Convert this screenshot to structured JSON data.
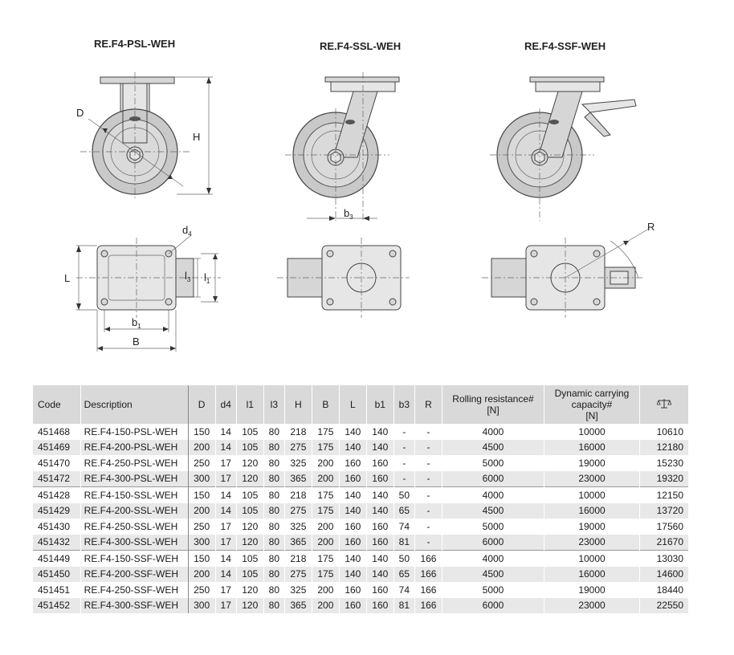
{
  "titles": {
    "psl": "RE.F4-PSL-WEH",
    "ssl": "RE.F4-SSL-WEH",
    "ssf": "RE.F4-SSF-WEH"
  },
  "dimension_labels": {
    "D": "D",
    "H": "H",
    "b3_main": "b",
    "b3_sub": "3",
    "R": "R",
    "d4_main": "d",
    "d4_sub": "4",
    "L": "L",
    "l3_main": "l",
    "l3_sub": "3",
    "l1_main": "l",
    "l1_sub": "1",
    "b1_main": "b",
    "b1_sub": "1",
    "B": "B"
  },
  "table": {
    "headers": {
      "code": "Code",
      "description": "Description",
      "D": "D",
      "d4": "d4",
      "l1": "l1",
      "l3": "l3",
      "H": "H",
      "B": "B",
      "L": "L",
      "b1": "b1",
      "b3": "b3",
      "R": "R",
      "rolling_line1": "Rolling resistance#",
      "rolling_line2": "[N]",
      "dynamic_line1": "Dynamic carrying",
      "dynamic_line2": "capacity#",
      "dynamic_line3": "[N]",
      "weight_icon": "scale-icon"
    },
    "rows": [
      {
        "code": "451468",
        "desc": "RE.F4-150-PSL-WEH",
        "D": "150",
        "d4": "14",
        "l1": "105",
        "l3": "80",
        "H": "218",
        "B": "175",
        "L": "140",
        "b1": "140",
        "b3": "-",
        "R": "-",
        "rolling": "4000",
        "dynamic": "10000",
        "weight": "10610"
      },
      {
        "code": "451469",
        "desc": "RE.F4-200-PSL-WEH",
        "D": "200",
        "d4": "14",
        "l1": "105",
        "l3": "80",
        "H": "275",
        "B": "175",
        "L": "140",
        "b1": "140",
        "b3": "-",
        "R": "-",
        "rolling": "4500",
        "dynamic": "16000",
        "weight": "12180"
      },
      {
        "code": "451470",
        "desc": "RE.F4-250-PSL-WEH",
        "D": "250",
        "d4": "17",
        "l1": "120",
        "l3": "80",
        "H": "325",
        "B": "200",
        "L": "160",
        "b1": "160",
        "b3": "-",
        "R": "-",
        "rolling": "5000",
        "dynamic": "19000",
        "weight": "15230"
      },
      {
        "code": "451472",
        "desc": "RE.F4-300-PSL-WEH",
        "D": "300",
        "d4": "17",
        "l1": "120",
        "l3": "80",
        "H": "365",
        "B": "200",
        "L": "160",
        "b1": "160",
        "b3": "-",
        "R": "-",
        "rolling": "6000",
        "dynamic": "23000",
        "weight": "19320"
      },
      {
        "code": "451428",
        "desc": "RE.F4-150-SSL-WEH",
        "D": "150",
        "d4": "14",
        "l1": "105",
        "l3": "80",
        "H": "218",
        "B": "175",
        "L": "140",
        "b1": "140",
        "b3": "50",
        "R": "-",
        "rolling": "4000",
        "dynamic": "10000",
        "weight": "12150"
      },
      {
        "code": "451429",
        "desc": "RE.F4-200-SSL-WEH",
        "D": "200",
        "d4": "14",
        "l1": "105",
        "l3": "80",
        "H": "275",
        "B": "175",
        "L": "140",
        "b1": "140",
        "b3": "65",
        "R": "-",
        "rolling": "4500",
        "dynamic": "16000",
        "weight": "13720"
      },
      {
        "code": "451430",
        "desc": "RE.F4-250-SSL-WEH",
        "D": "250",
        "d4": "17",
        "l1": "120",
        "l3": "80",
        "H": "325",
        "B": "200",
        "L": "160",
        "b1": "160",
        "b3": "74",
        "R": "-",
        "rolling": "5000",
        "dynamic": "19000",
        "weight": "17560"
      },
      {
        "code": "451432",
        "desc": "RE.F4-300-SSL-WEH",
        "D": "300",
        "d4": "17",
        "l1": "120",
        "l3": "80",
        "H": "365",
        "B": "200",
        "L": "160",
        "b1": "160",
        "b3": "81",
        "R": "-",
        "rolling": "6000",
        "dynamic": "23000",
        "weight": "21670"
      },
      {
        "code": "451449",
        "desc": "RE.F4-150-SSF-WEH",
        "D": "150",
        "d4": "14",
        "l1": "105",
        "l3": "80",
        "H": "218",
        "B": "175",
        "L": "140",
        "b1": "140",
        "b3": "50",
        "R": "166",
        "rolling": "4000",
        "dynamic": "10000",
        "weight": "13030"
      },
      {
        "code": "451450",
        "desc": "RE.F4-200-SSF-WEH",
        "D": "200",
        "d4": "14",
        "l1": "105",
        "l3": "80",
        "H": "275",
        "B": "175",
        "L": "140",
        "b1": "140",
        "b3": "65",
        "R": "166",
        "rolling": "4500",
        "dynamic": "16000",
        "weight": "14600"
      },
      {
        "code": "451451",
        "desc": "RE.F4-250-SSF-WEH",
        "D": "250",
        "d4": "17",
        "l1": "120",
        "l3": "80",
        "H": "325",
        "B": "200",
        "L": "160",
        "b1": "160",
        "b3": "74",
        "R": "166",
        "rolling": "5000",
        "dynamic": "19000",
        "weight": "18440"
      },
      {
        "code": "451452",
        "desc": "RE.F4-300-SSF-WEH",
        "D": "300",
        "d4": "17",
        "l1": "120",
        "l3": "80",
        "H": "365",
        "B": "200",
        "L": "160",
        "b1": "160",
        "b3": "81",
        "R": "166",
        "rolling": "6000",
        "dynamic": "23000",
        "weight": "22550"
      }
    ]
  }
}
